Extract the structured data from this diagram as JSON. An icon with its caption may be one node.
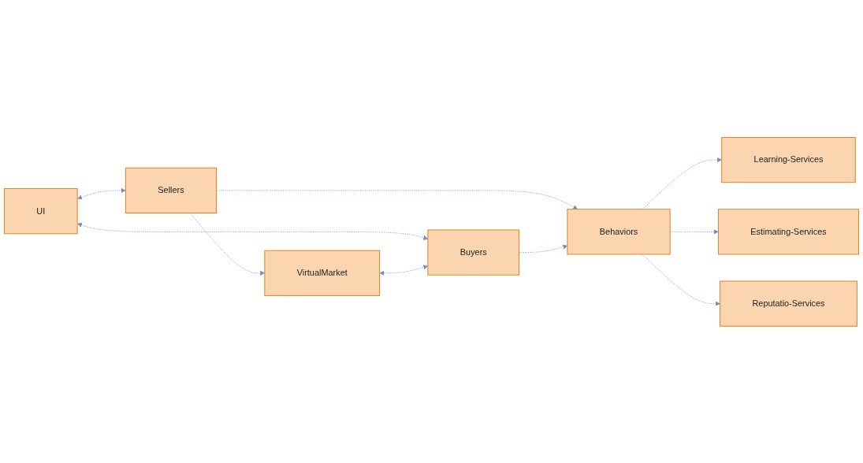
{
  "diagram": {
    "nodes": [
      {
        "text": [
          "UI"
        ]
      },
      {
        "text": [
          "Sellers"
        ]
      },
      {
        "text": [
          "VirtualMarket"
        ]
      },
      {
        "text": [
          "Buyers"
        ]
      },
      {
        "text": [
          "Behaviors"
        ]
      },
      {
        "text": [
          "Learning-Services"
        ]
      },
      {
        "text": [
          "Estimating-Services"
        ]
      },
      {
        "text": [
          "Reputatio-Services"
        ]
      }
    ],
    "edges": [
      {
        "from": 0,
        "to": 1,
        "arrow": "both",
        "style": "dashed"
      },
      {
        "from": 1,
        "to": 2,
        "arrow": "to",
        "style": "dashed"
      },
      {
        "from": 0,
        "to": 3,
        "arrow": "both",
        "style": "dashed"
      },
      {
        "from": 2,
        "to": 3,
        "arrow": "both",
        "style": "dashed"
      },
      {
        "from": 1,
        "to": 4,
        "arrow": "to",
        "style": "dashed"
      },
      {
        "from": 3,
        "to": 4,
        "arrow": "to",
        "style": "dashed"
      },
      {
        "from": 4,
        "to": 5,
        "arrow": "to",
        "style": "dashed"
      },
      {
        "from": 4,
        "to": 6,
        "arrow": "to",
        "style": "dashed"
      },
      {
        "from": 4,
        "to": 7,
        "arrow": "to",
        "style": "dashed"
      }
    ]
  }
}
